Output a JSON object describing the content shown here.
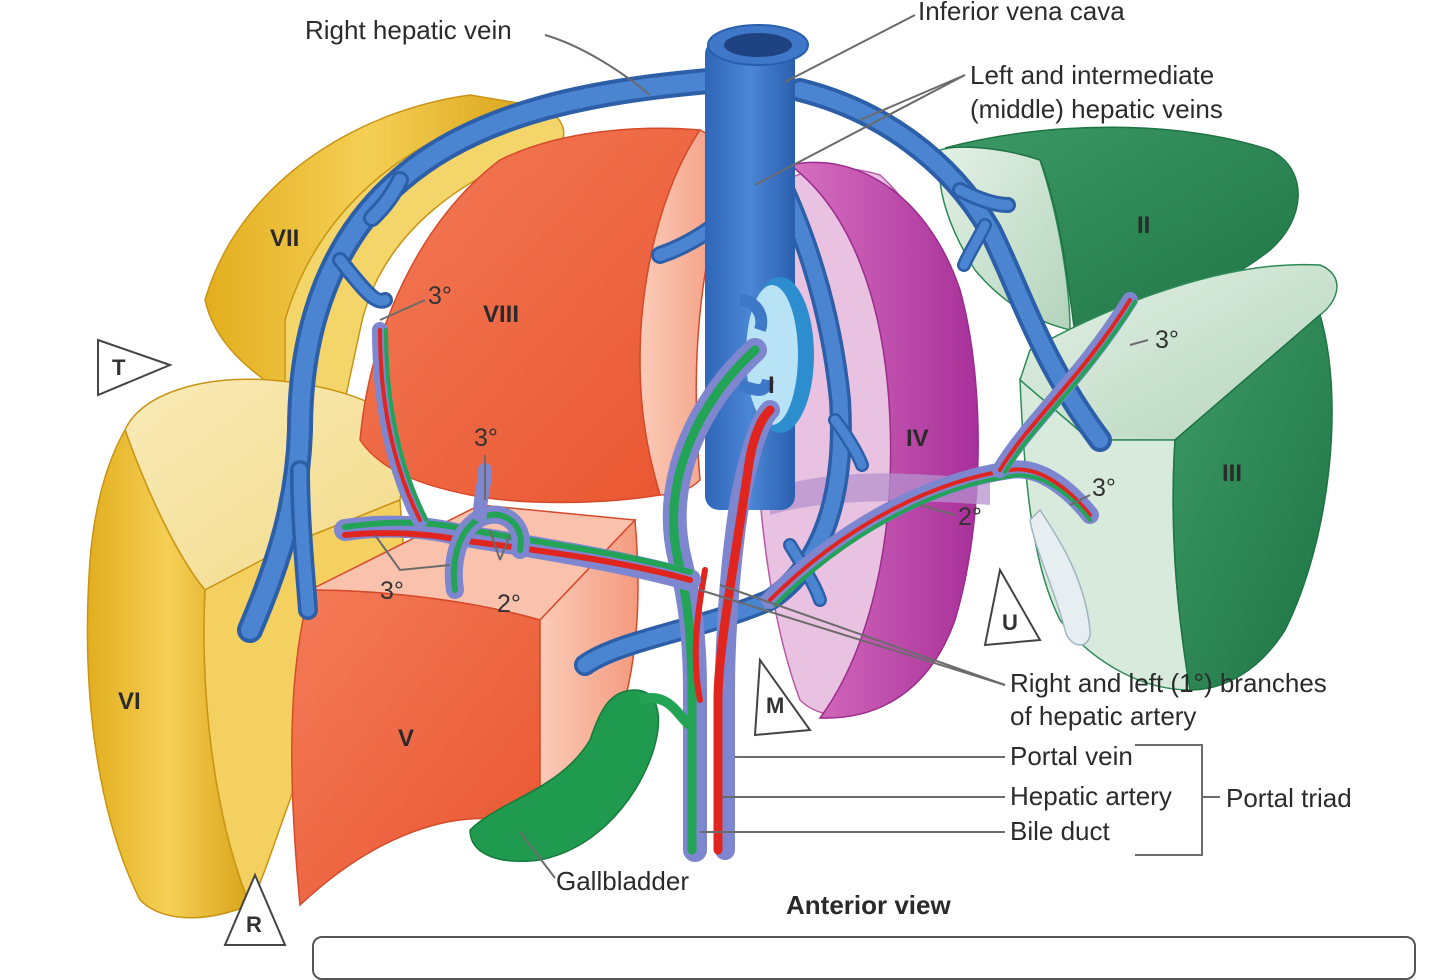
{
  "figure": {
    "view_title": "Anterior view",
    "colors": {
      "segment_yellow": "#E9B92A",
      "segment_yellow_light": "#F7E3A0",
      "segment_red": "#EE6443",
      "segment_red_light": "#F8B8A2",
      "segment_magenta": "#C046A8",
      "segment_magenta_light": "#E6B9DD",
      "segment_green": "#2E8A57",
      "segment_green_light": "#CDE4D2",
      "vein_blue": "#3F78C8",
      "portal_vein_purple": "#7E86D0",
      "artery_red": "#E0241E",
      "bile_duct_green": "#22A356",
      "caudate_light_blue": "#A9DCF2"
    },
    "segments": [
      {
        "id": "I",
        "label": "I"
      },
      {
        "id": "II",
        "label": "II"
      },
      {
        "id": "III",
        "label": "III"
      },
      {
        "id": "IV",
        "label": "IV"
      },
      {
        "id": "V",
        "label": "V"
      },
      {
        "id": "VI",
        "label": "VI"
      },
      {
        "id": "VII",
        "label": "VII"
      },
      {
        "id": "VIII",
        "label": "VIII"
      }
    ],
    "callouts": {
      "right_hepatic_vein": "Right hepatic vein",
      "inferior_vena_cava": "Inferior vena cava",
      "left_intermediate_line1": "Left and intermediate",
      "left_intermediate_line2": "(middle) hepatic veins",
      "branches_line1": "Right and left (1°) branches",
      "branches_line2": "of hepatic artery",
      "portal_vein": "Portal vein",
      "hepatic_artery": "Hepatic artery",
      "bile_duct": "Bile duct",
      "portal_triad": "Portal triad",
      "gallbladder": "Gallbladder"
    },
    "branch_orders": {
      "tertiary": "3°",
      "secondary": "2°"
    },
    "view_markers": [
      {
        "id": "T",
        "label": "T"
      },
      {
        "id": "M",
        "label": "M"
      },
      {
        "id": "U",
        "label": "U"
      },
      {
        "id": "R",
        "label": "R"
      }
    ]
  }
}
